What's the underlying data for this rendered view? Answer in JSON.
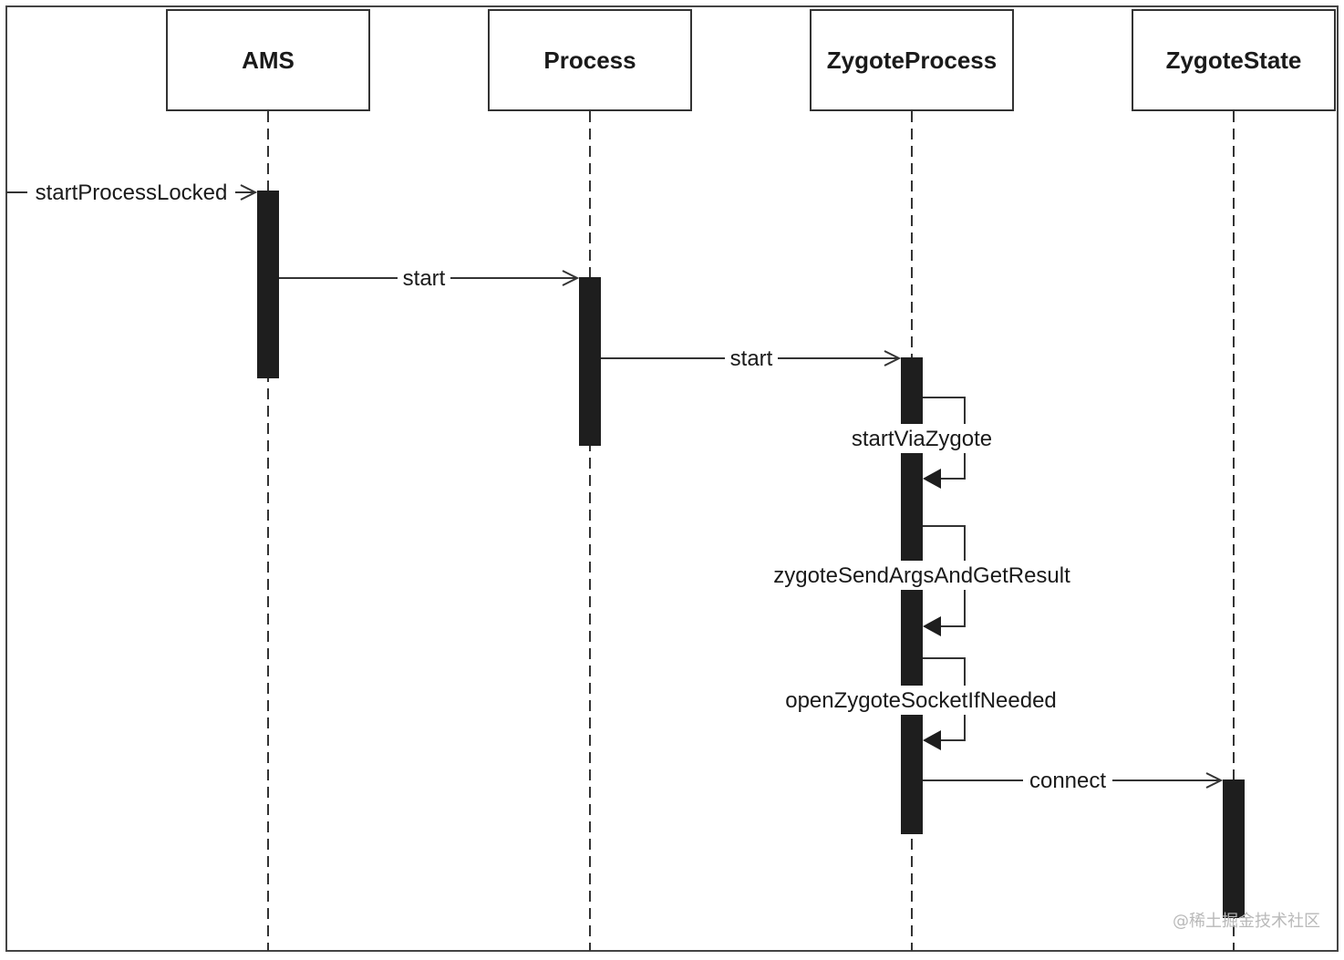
{
  "participants": [
    {
      "id": "ams",
      "label": "AMS"
    },
    {
      "id": "process",
      "label": "Process"
    },
    {
      "id": "zygoteprocess",
      "label": "ZygoteProcess"
    },
    {
      "id": "zygotestate",
      "label": "ZygoteState"
    }
  ],
  "messages": [
    {
      "id": "startProcessLocked",
      "from": "external",
      "to": "ams",
      "label": "startProcessLocked",
      "kind": "call"
    },
    {
      "id": "start1",
      "from": "ams",
      "to": "process",
      "label": "start",
      "kind": "call"
    },
    {
      "id": "start2",
      "from": "process",
      "to": "zygoteprocess",
      "label": "start",
      "kind": "call"
    },
    {
      "id": "startViaZygote",
      "from": "zygoteprocess",
      "to": "zygoteprocess",
      "label": "startViaZygote",
      "kind": "self"
    },
    {
      "id": "zygoteSendArgsAndGetResult",
      "from": "zygoteprocess",
      "to": "zygoteprocess",
      "label": "zygoteSendArgsAndGetResult",
      "kind": "self"
    },
    {
      "id": "openZygoteSocketIfNeeded",
      "from": "zygoteprocess",
      "to": "zygoteprocess",
      "label": "openZygoteSocketIfNeeded",
      "kind": "self"
    },
    {
      "id": "connect",
      "from": "zygoteprocess",
      "to": "zygotestate",
      "label": "connect",
      "kind": "call"
    }
  ],
  "watermark": "@稀土掘金技术社区",
  "colors": {
    "line": "#333333",
    "activation": "#1e1e1e",
    "text": "#1a1a1a"
  }
}
